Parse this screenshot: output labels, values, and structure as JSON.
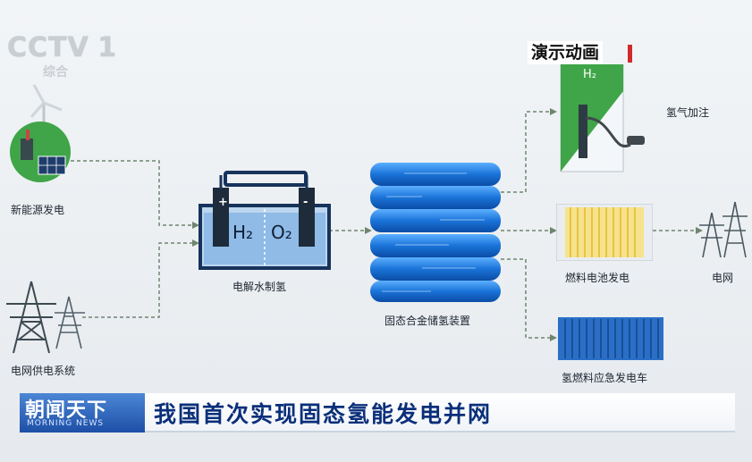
{
  "logo": {
    "main": "CCTV",
    "channel_number": "1",
    "channel_name": "综合"
  },
  "demo_tag": "演示动画",
  "labels": {
    "renewable": "新能源发电",
    "grid_supply": "电网供电系统",
    "electrolysis": "电解水制氢",
    "storage": "固态合金储氢装置",
    "refueling": "氢气加注",
    "fuel_cell": "燃料电池发电",
    "grid": "电网",
    "vehicle": "氢燃料应急发电车"
  },
  "electrolyzer": {
    "plus": "+",
    "minus": "-",
    "left_gas": "H₂",
    "right_gas": "O₂"
  },
  "tank_text": "H₂",
  "news": {
    "program": "朝闻天下",
    "program_en": "MORNING NEWS",
    "headline": "我国首次实现固态氢能发电并网"
  },
  "colors": {
    "accent_green": "#3fa548",
    "storage_blue": "#1a73d8",
    "electrolyzer_border": "#17335c",
    "flow_dash": "#7a8c7a",
    "headline": "#0a2f7a",
    "tag_red": "#d12a2a"
  },
  "icons": [
    "wind-turbine-icon",
    "solar-panel-icon",
    "transmission-tower-icon",
    "electrolyzer-icon",
    "hydrogen-storage-icon",
    "hydrogen-tank-icon",
    "fuel-nozzle-icon",
    "fuel-cell-icon",
    "grid-tower-icon",
    "container-truck-icon"
  ]
}
